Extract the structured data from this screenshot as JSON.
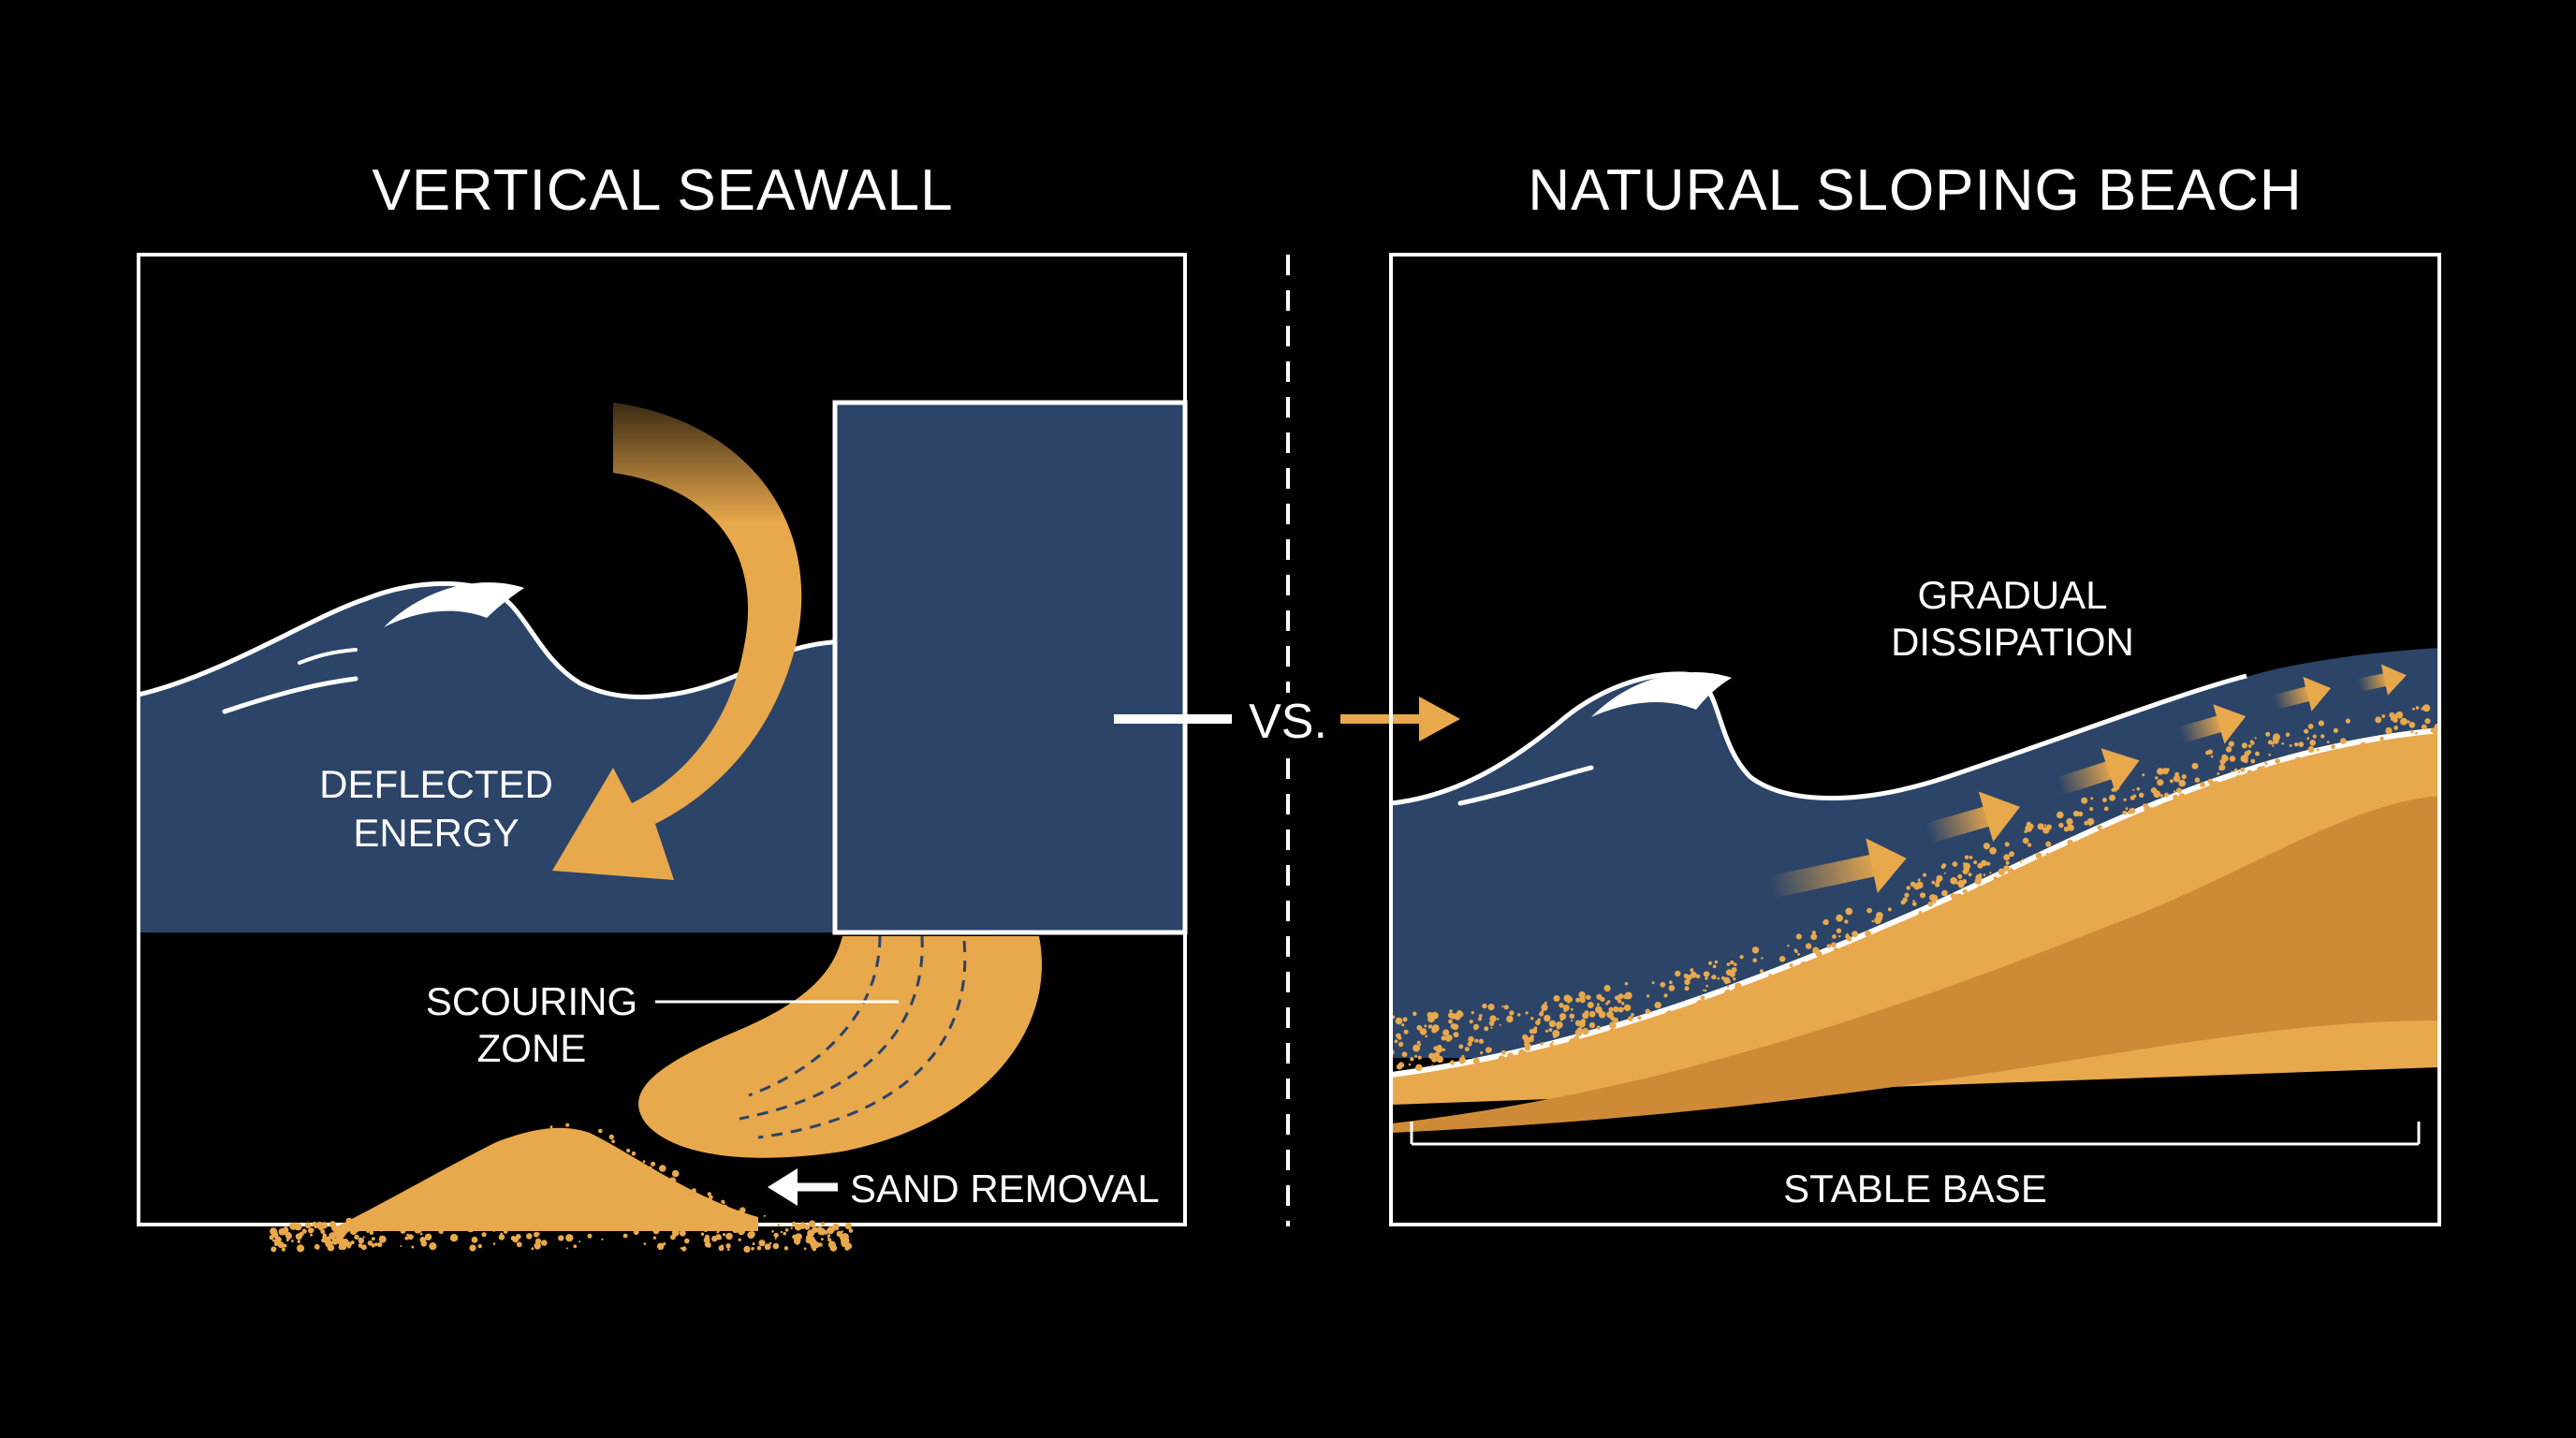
{
  "left": {
    "title": "VERTICAL SEAWALL",
    "labels": {
      "deflected_1": "DEFLECTED",
      "deflected_2": "ENERGY",
      "scouring_1": "SCOURING",
      "scouring_2": "ZONE",
      "sand_removal": "SAND REMOVAL"
    }
  },
  "divider": {
    "vs": "VS."
  },
  "right": {
    "title": "NATURAL SLOPING BEACH",
    "labels": {
      "gradual_1": "GRADUAL",
      "gradual_2": "DISSIPATION",
      "stable_base": "STABLE BASE"
    }
  },
  "colors": {
    "background": "#000000",
    "water": "#2b4468",
    "sand": "#e8a84c",
    "sand_dark": "#cf8a38",
    "outline": "#ffffff"
  }
}
